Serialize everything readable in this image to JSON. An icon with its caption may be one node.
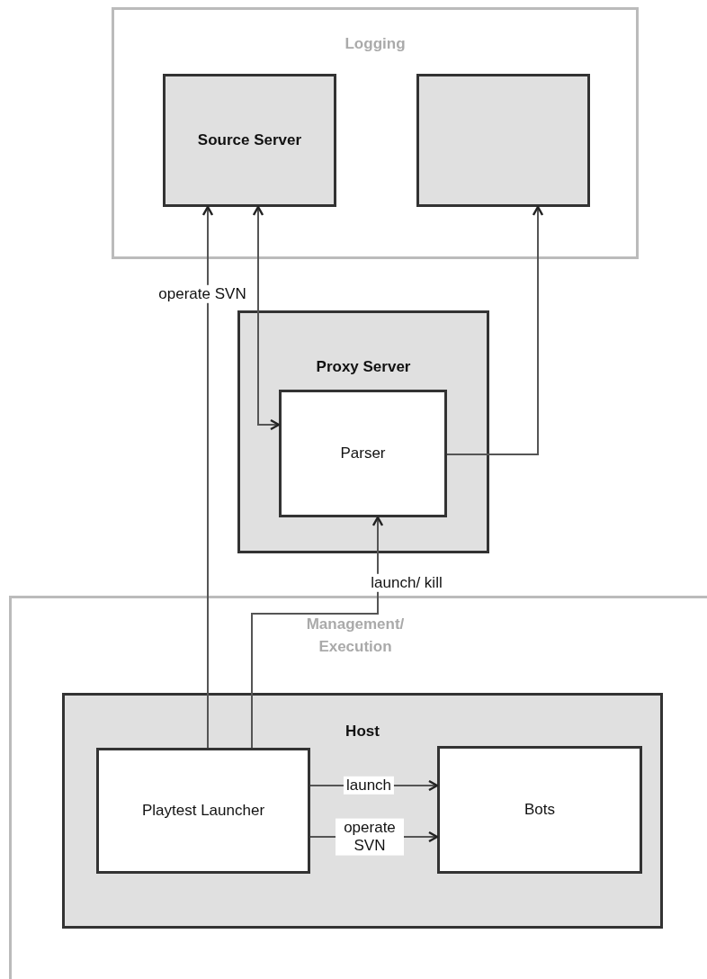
{
  "diagram": {
    "nodes": [
      {
        "text": [
          "Logging"
        ]
      },
      {
        "text": [
          "Source Server"
        ],
        "in": 0
      },
      {
        "text": [],
        "shape": "box",
        "in": 0
      },
      {
        "text": [
          "Proxy Server"
        ]
      },
      {
        "text": [
          "Parser"
        ],
        "in": 3
      },
      {
        "text": [
          "Management/ Execution"
        ]
      },
      {
        "text": [
          "Host"
        ],
        "in": 5
      },
      {
        "text": [
          "Playtest Launcher"
        ],
        "in": 6
      },
      {
        "text": [
          "Bots"
        ],
        "in": 6
      }
    ],
    "edges": [
      {
        "from": 7,
        "to": 1,
        "arrow": "to",
        "label": "operate SVN"
      },
      {
        "from": 1,
        "to": 4,
        "arrow": "both"
      },
      {
        "from": 4,
        "to": 2,
        "arrow": "to"
      },
      {
        "from": 7,
        "to": 4,
        "arrow": "to",
        "label": "launch/ kill"
      },
      {
        "from": 7,
        "to": 8,
        "arrow": "to",
        "label": "launch"
      },
      {
        "from": 7,
        "to": 8,
        "arrow": "to",
        "label": "operate SVN"
      }
    ]
  }
}
